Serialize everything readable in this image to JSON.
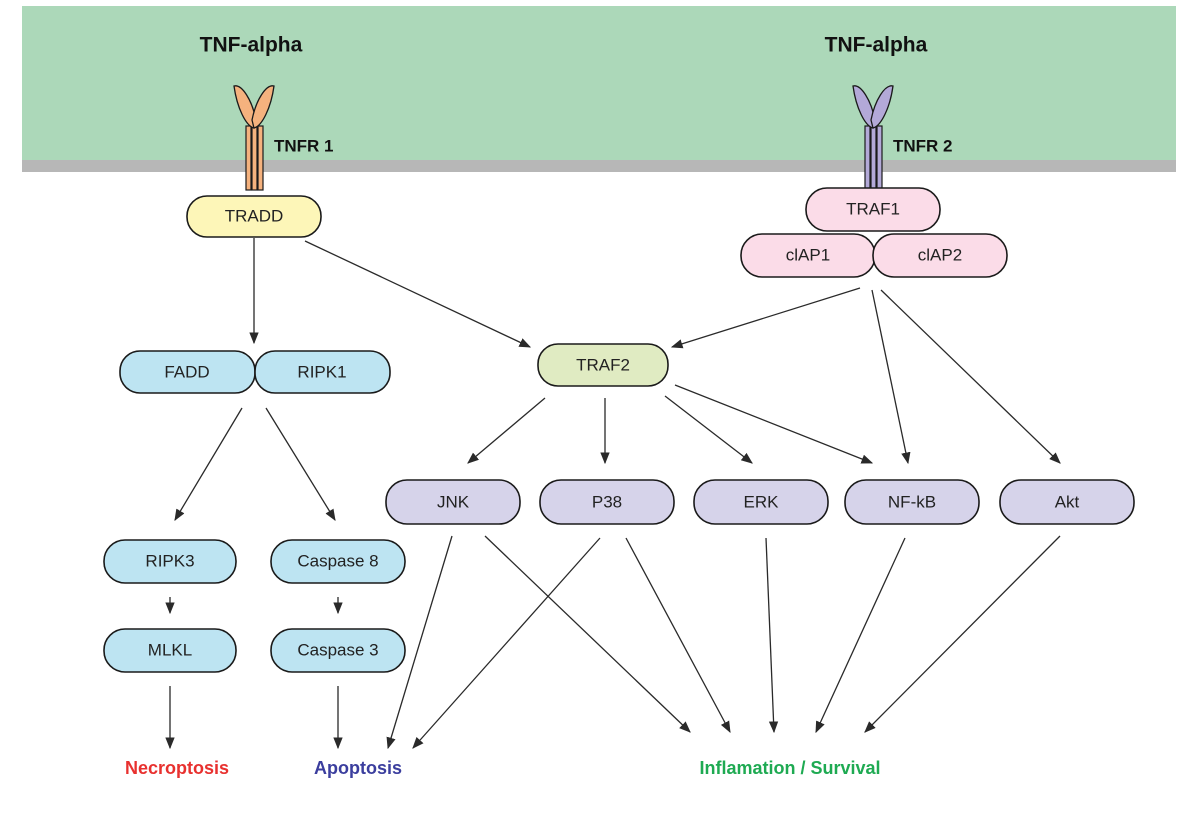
{
  "ligands": {
    "left": "TNF-alpha",
    "right": "TNF-alpha"
  },
  "receptors": {
    "tnfr1": "TNFR 1",
    "tnfr2": "TNFR 2"
  },
  "nodes": {
    "tradd": "TRADD",
    "traf1": "TRAF1",
    "ciap1": "clAP1",
    "ciap2": "clAP2",
    "fadd": "FADD",
    "ripk1": "RIPK1",
    "traf2": "TRAF2",
    "ripk3": "RIPK3",
    "caspase8": "Caspase 8",
    "mlkl": "MLKL",
    "caspase3": "Caspase 3",
    "jnk": "JNK",
    "p38": "P38",
    "erk": "ERK",
    "nfkb": "NF-kB",
    "akt": "Akt"
  },
  "outcomes": {
    "necroptosis": "Necroptosis",
    "apoptosis": "Apoptosis",
    "inflammation": "Inflamation / Survival"
  },
  "colors": {
    "membrane": "#acd8b9",
    "membrane_edge": "#b7b7b7",
    "tnfr1": "#f5b27e",
    "tnfr2": "#b3a9d8",
    "tradd": "#fdf6b8",
    "traf_ciap": "#fbdce8",
    "fadd_ripk": "#bde4f2",
    "traf2": "#e0ebc2",
    "kinase": "#d6d3ea",
    "necroptosis": "#e8312f",
    "apoptosis": "#3b3e9e",
    "inflammation": "#1eaa52"
  }
}
